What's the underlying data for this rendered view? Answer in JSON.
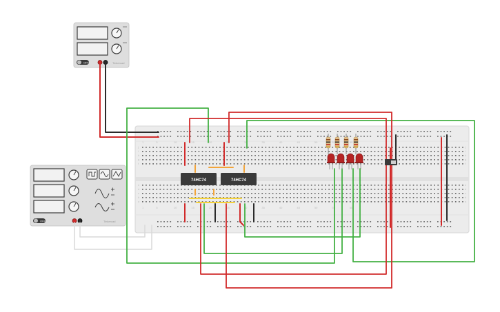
{
  "chips": [
    {
      "id": "u1",
      "label": "74HC74"
    },
    {
      "id": "u2",
      "label": "74HC74"
    }
  ],
  "power_supply": {
    "switch_label": "OFF",
    "brand": "Tinkercad"
  },
  "function_generator": {
    "switch_label": "OFF",
    "brand": "Tinkercad"
  },
  "breadboard": {
    "row_letters_top": [
      "j",
      "i",
      "h",
      "g",
      "f"
    ],
    "row_letters_bottom": [
      "e",
      "d",
      "c",
      "b",
      "a"
    ],
    "column_labels": [
      "1",
      "5",
      "10",
      "15",
      "20",
      "25",
      "30",
      "35",
      "40",
      "45",
      "50",
      "55",
      "60"
    ]
  },
  "leds": {
    "count": 4,
    "color": "#b52424"
  },
  "resistors": {
    "count": 4
  },
  "colors": {
    "wire_red": "#d12a2a",
    "wire_green": "#43b043",
    "wire_black": "#2b2b2b",
    "wire_gray": "#d9d9d9",
    "wire_orange": "#f2a43a",
    "wire_yellow": "#f5d23a",
    "breadboard": "#ececec",
    "chip": "#3a3a3a"
  }
}
